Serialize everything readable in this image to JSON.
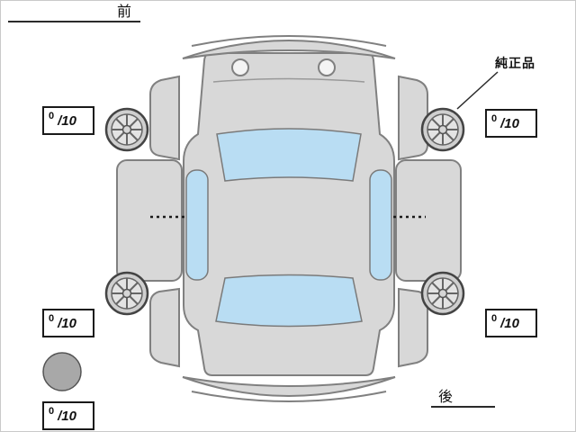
{
  "diagram": {
    "labels": {
      "front": "前",
      "rear": "後",
      "genuine_part": "純正品"
    },
    "scores": {
      "front_left": {
        "value": "0",
        "max": "/10"
      },
      "front_right": {
        "value": "0",
        "max": "/10"
      },
      "rear_left": {
        "value": "0",
        "max": "/10"
      },
      "rear_right": {
        "value": "0",
        "max": "/10"
      },
      "spare": {
        "value": "0",
        "max": "/10"
      }
    },
    "colors": {
      "body": "#d8d8d8",
      "glass": "#b9ddf3",
      "outline": "#808080",
      "spare_tire": "#a8a8a8",
      "wheel": "#cfcfcf"
    }
  }
}
